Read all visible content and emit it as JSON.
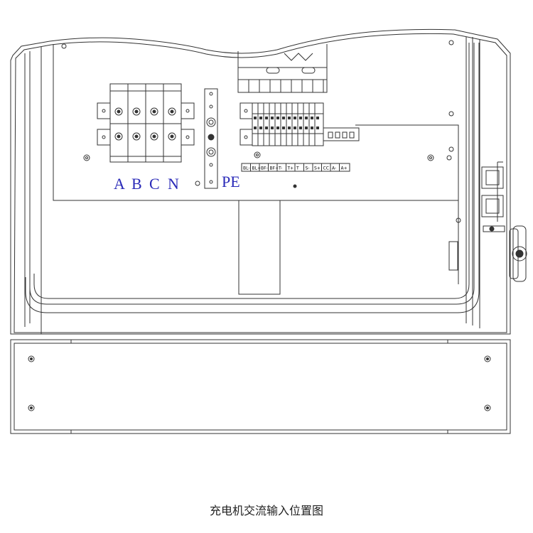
{
  "diagram": {
    "phase_labels": [
      "A",
      "B",
      "C",
      "N"
    ],
    "pe_label": "PE",
    "control_terminal_labels": [
      "BL-",
      "BL+",
      "BF-",
      "BF+",
      "T-",
      "T+",
      "T",
      "S-",
      "S+",
      "CC",
      "A-",
      "A+"
    ],
    "caption": "充电机交流输入位置图"
  },
  "colors": {
    "line": "#333333",
    "label_blue": "#2a2ab8",
    "panel_fill": "#ffffff"
  }
}
